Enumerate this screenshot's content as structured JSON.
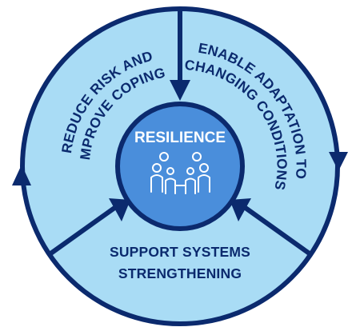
{
  "center": {
    "title": "RESILIENCE",
    "icon": "people-group-icon"
  },
  "segments": [
    {
      "id": "left",
      "lines": [
        "REDUCE RISK AND",
        "IMPROVE COPING"
      ]
    },
    {
      "id": "right",
      "lines": [
        "ENABLE ADAPTATION TO",
        "CHANGING CONDITIONS"
      ]
    },
    {
      "id": "bottom",
      "lines": [
        "SUPPORT SYSTEMS",
        "STRENGTHENING"
      ]
    }
  ],
  "colors": {
    "outline": "#0b2a6e",
    "ring_fill": "#a9dcf5",
    "center_fill": "#4a8edb",
    "center_text": "#ffffff",
    "label_text": "#0b2a6e"
  }
}
